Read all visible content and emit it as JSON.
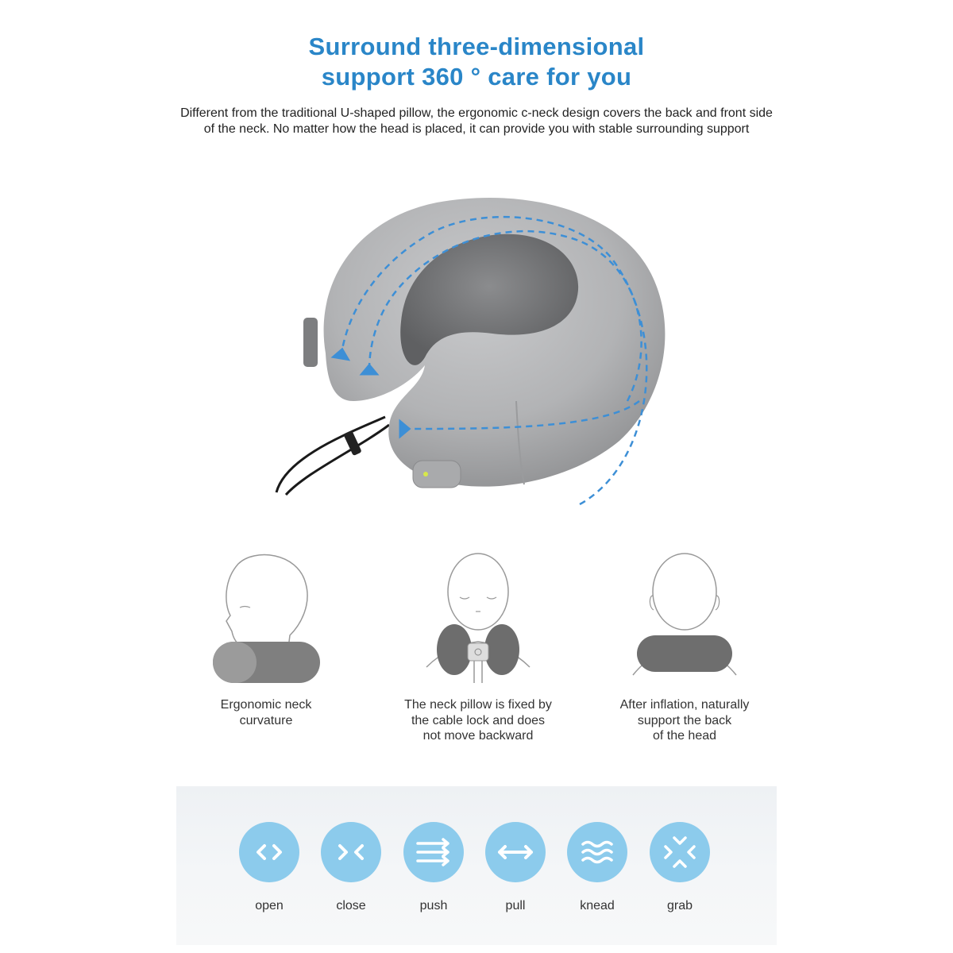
{
  "header": {
    "title_line1": "Surround three-dimensional",
    "title_line2": "support 360 ° care for you",
    "description": "Different from the traditional U-shaped pillow, the ergonomic c-neck design covers the back and front side of the neck. No matter how the head is placed, it can provide you with stable surrounding support"
  },
  "features": [
    {
      "caption_line1": "Ergonomic neck",
      "caption_line2": "curvature",
      "caption_line3": ""
    },
    {
      "caption_line1": "The neck pillow is fixed by",
      "caption_line2": "the cable lock and does",
      "caption_line3": "not move backward"
    },
    {
      "caption_line1": "After inflation, naturally",
      "caption_line2": "support the back",
      "caption_line3": "of the head"
    }
  ],
  "modes": [
    {
      "label": "open",
      "icon": "open-arrows-icon"
    },
    {
      "label": "close",
      "icon": "close-arrows-icon"
    },
    {
      "label": "push",
      "icon": "push-arrows-icon"
    },
    {
      "label": "pull",
      "icon": "pull-arrow-icon"
    },
    {
      "label": "knead",
      "icon": "knead-waves-icon"
    },
    {
      "label": "grab",
      "icon": "grab-arrows-icon"
    }
  ],
  "colors": {
    "title_blue": "#2a86c8",
    "mode_circle": "#8ccbec",
    "pillow_gray": "#b4b5b7",
    "arrow_blue": "#3d8fd6"
  }
}
